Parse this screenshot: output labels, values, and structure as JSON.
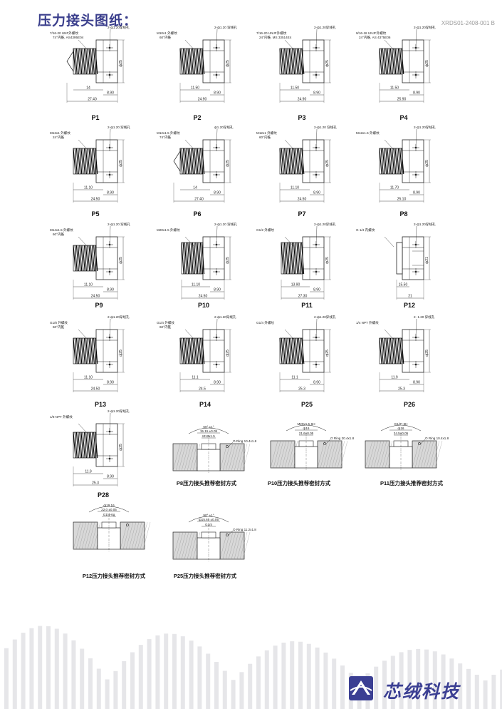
{
  "title": "压力接头图纸：",
  "doc_code": "XRDS01-2408-001 B",
  "brand": "芯绒科技",
  "fittings": [
    {
      "id": "P1",
      "thread": "7/16-20 UNF外螺纹",
      "cone": "74°内锥, AS4395E04",
      "hole": "2-ф1.20穿线孔",
      "dia": "ф25",
      "d1": "14",
      "d2": "8.90",
      "total": "27.40",
      "variant": "cone"
    },
    {
      "id": "P2",
      "thread": "M10x1 外螺纹",
      "cone": "60°内锥",
      "hole": "2-ф1.20 穿线孔",
      "dia": "ф25",
      "d1": "11.50",
      "d2": "8.90",
      "total": "24.90",
      "variant": "plain"
    },
    {
      "id": "P3",
      "thread": "7/16-20 UNJF外螺纹",
      "cone": "24°内锥, MS 33514E4",
      "hole": "2-ф1.20穿线孔",
      "dia": "ф25",
      "d1": "11.50",
      "d2": "8.90",
      "total": "24.90",
      "variant": "plain"
    },
    {
      "id": "P4",
      "thread": "9/16-18 UNJF外螺纹",
      "cone": "24°内锥, AS 4375E06",
      "hole": "2-ф1.20穿线孔",
      "dia": "ф25",
      "d1": "11.50",
      "d2": "8.90",
      "total": "25.90",
      "variant": "plain"
    },
    {
      "id": "P5",
      "thread": "M12x1 外螺纹",
      "cone": "24°内锥",
      "hole": "2-ф1.20 穿线孔",
      "dia": "ф25",
      "d1": "11.10",
      "d2": "8.90",
      "total": "24.50",
      "variant": "plain"
    },
    {
      "id": "P6",
      "thread": "M12x1.5 外螺纹",
      "cone": "74°内锥",
      "hole": "ф1.20穿线孔",
      "dia": "ф25",
      "d1": "14",
      "d2": "8.90",
      "total": "27.40",
      "variant": "cone"
    },
    {
      "id": "P7",
      "thread": "M12x1 外螺纹",
      "cone": "60°内锥",
      "hole": "2-ф1.20 穿线孔",
      "dia": "ф25",
      "d1": "11.10",
      "d2": "8.90",
      "total": "24.50",
      "variant": "plain"
    },
    {
      "id": "P8",
      "thread": "M12x1.5 外螺纹",
      "cone": "",
      "hole": "2-ф1.20穿线孔",
      "dia": "ф25",
      "d1": "11.70",
      "d2": "8.90",
      "total": "25.10",
      "variant": "plain"
    },
    {
      "id": "P9",
      "thread": "M14x1.5 外螺纹",
      "cone": "60°内锥",
      "hole": "2-ф1.20 穿线孔",
      "dia": "ф25",
      "d1": "11.10",
      "d2": "8.90",
      "total": "24.50",
      "variant": "plain"
    },
    {
      "id": "P10",
      "thread": "M20x1.5 外螺纹",
      "cone": "",
      "hole": "2-ф1.20 穿线孔",
      "dia": "ф25",
      "d1": "11.10",
      "d2": "8.90",
      "total": "24.50",
      "variant": "wide"
    },
    {
      "id": "P11",
      "thread": "G1/2 外螺纹",
      "cone": "",
      "hole": "2-ф1.20穿线孔",
      "dia": "ф25",
      "d1": "13.90",
      "d2": "8.90",
      "total": "27.30",
      "variant": "wide"
    },
    {
      "id": "P12",
      "thread": "G 1/4 内螺纹",
      "cone": "",
      "hole": "2-ф1.20穿线孔",
      "dia": "ф21",
      "d1": "15.50",
      "d2": "",
      "total": "21",
      "variant": "socket"
    },
    {
      "id": "P13",
      "thread": "G1/8 外螺纹",
      "cone": "60°内锥",
      "hole": "2-ф1.20穿线孔",
      "dia": "ф25",
      "d1": "11.10",
      "d2": "8.90",
      "total": "24.50",
      "variant": "plain"
    },
    {
      "id": "P14",
      "thread": "G1/4 外螺纹",
      "cone": "60°内锥",
      "hole": "2-ф1.20穿线孔",
      "dia": "ф25",
      "d1": "11.1",
      "d2": "8.90",
      "total": "24.5",
      "variant": "plain"
    },
    {
      "id": "P25",
      "thread": "G1/4 外螺纹",
      "cone": "",
      "hole": "2-ф1.20穿线孔",
      "dia": "ф25",
      "d1": "11.1",
      "d2": "8.90",
      "total": "25.3",
      "variant": "plain"
    },
    {
      "id": "P26",
      "thread": "1/4 NPT 外螺纹",
      "cone": "",
      "hole": "2- 1.20 穿线孔",
      "dia": "ф25",
      "d1": "11.9",
      "d2": "8.90",
      "total": "25.3",
      "variant": "plain"
    },
    {
      "id": "P28",
      "thread": "1/8 NPT 外螺纹",
      "cone": "",
      "hole": "2-ф1.20穿线孔",
      "dia": "ф25",
      "d1": "11.9",
      "d2": "8.90",
      "total": "25.3",
      "variant": "plain"
    }
  ],
  "seal_diagrams": [
    {
      "caption": "P8压力接头推荐密封方式",
      "top": "60° ±1°",
      "dim1": "15.15 ±0.05",
      "dim2": "M12x1.5",
      "ring": "O Ring 10.4x1.8"
    },
    {
      "caption": "P10压力接头推荐密封方式",
      "top": "M20x1.5-6H",
      "dim1": "ф16",
      "dim2": "21.6±0.05",
      "ring": "O Ring 20.4x1.8"
    },
    {
      "caption": "P11压力接头推荐密封方式",
      "top": "G1/2\"-6H",
      "dim1": "ф16",
      "dim2": "24.5±0.05",
      "ring": "O Ring 10.4x1.8"
    },
    {
      "caption": "P12压力接头推荐密封方式",
      "top": "ф19.16",
      "dim1": "22.0 ±0.05",
      "dim2": "G1/4-6g",
      "ring": ""
    },
    {
      "caption": "P25压力接头推荐密封方式",
      "top": "90° ±1°",
      "dim1": "ф15.65 ±0.05",
      "dim2": "G1/4",
      "ring": "O Ring 11.2x1.8"
    }
  ]
}
